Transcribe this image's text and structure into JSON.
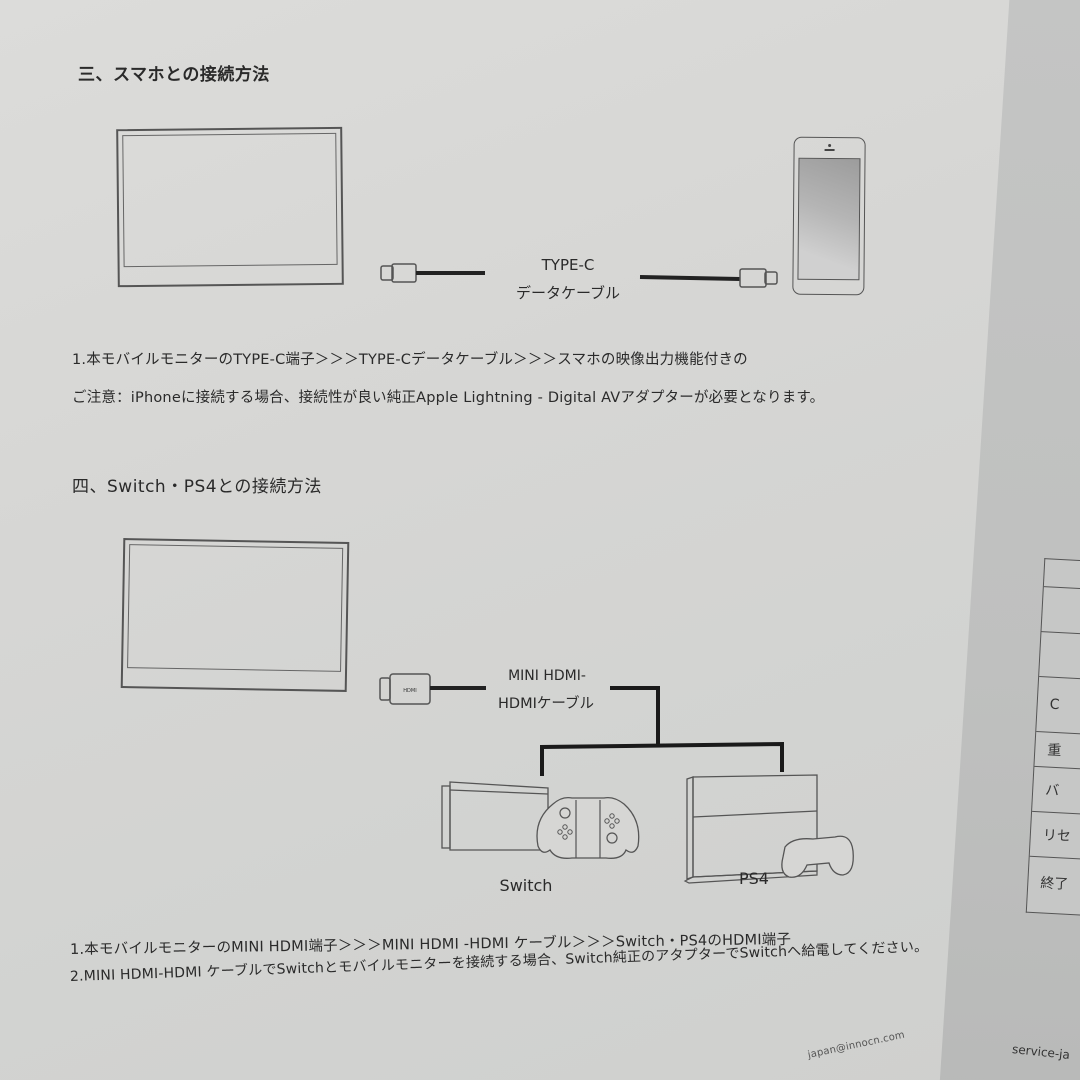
{
  "section3": {
    "heading": "三、スマホとの接続方法",
    "cable_label_line1": "TYPE-C",
    "cable_label_line2": "データケーブル",
    "note_line1": "1.本モバイルモニターのTYPE-C端子＞＞＞TYPE-Cデータケーブル＞＞＞スマホの映像出力機能付きの",
    "note_line2": "ご注意：iPhoneに接続する場合、接続性が良い純正Apple Lightning - Digital AVアダプターが必要となります。"
  },
  "section4": {
    "heading": "四、Switch・PS4との接続方法",
    "cable_label_line1": "MINI HDMI-",
    "cable_label_line2": "HDMIケーブル",
    "hdmi_plug_text": "HDMI",
    "device_switch_label": "Switch",
    "device_ps4_label": "PS4",
    "note_line1": "1.本モバイルモニターのMINI HDMI端子＞＞＞MINI HDMI -HDMI ケーブル＞＞＞Switch・PS4のHDMI端子",
    "note_line2": "2.MINI HDMI-HDMI ケーブルでSwitchとモバイルモニターを接続する場合、Switch純正のアタプターでSwitchへ給電してください。"
  },
  "footer": {
    "email_fragment": "japan@innocn.com"
  },
  "back_page": {
    "table_rows": [
      "",
      "",
      "",
      "C",
      "重",
      "バ",
      "リセ",
      "終了"
    ],
    "footer_fragment": "service-ja"
  }
}
